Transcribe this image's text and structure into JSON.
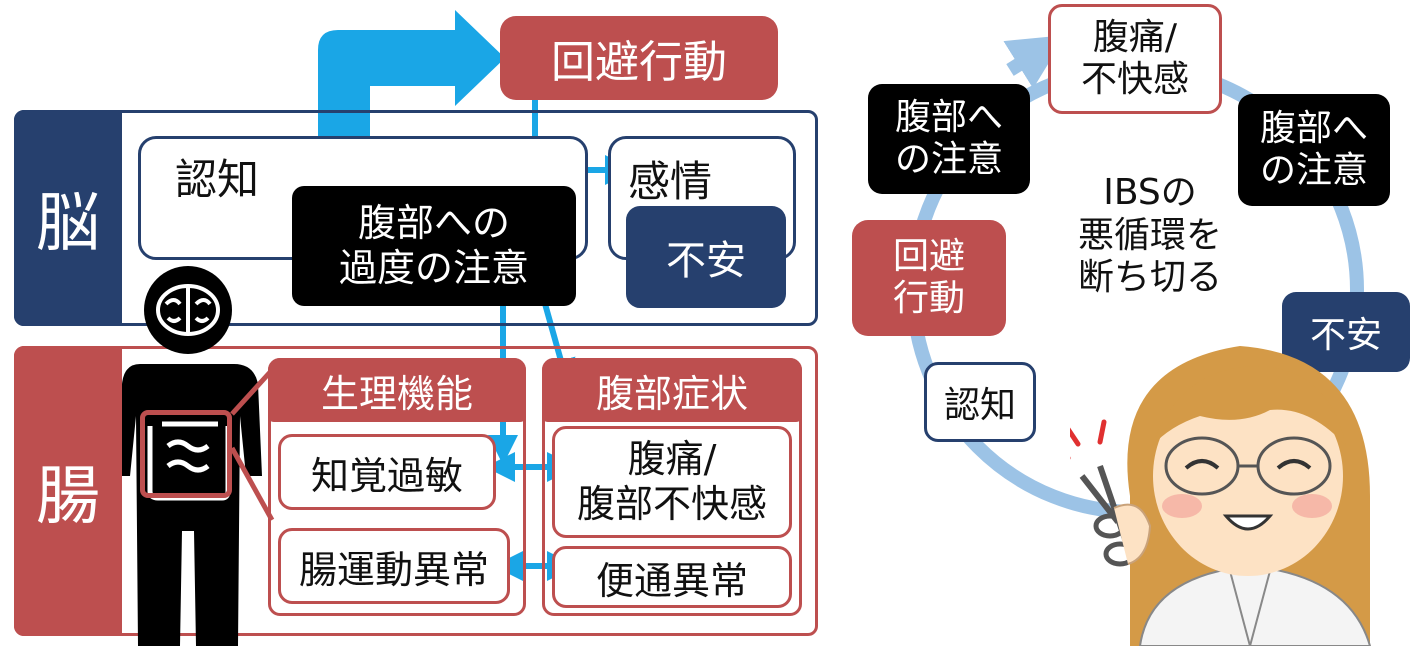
{
  "brain_label": "脳",
  "gut_label": "腸",
  "avoidance_label": "回避行動",
  "cognition_label": "認知",
  "emotion_label": "感情",
  "anxiety_label": "不安",
  "attention_box": [
    "腹部への",
    "過度の注意"
  ],
  "physiology_header": "生理機能",
  "abdominal_symptoms_header": "腹部症状",
  "visceral_hypersensitivity": "知覚過敏",
  "motility_abnormality": "腸運動異常",
  "abdominal_pain_box": [
    "腹痛/",
    "腹部不快感"
  ],
  "bowel_abnormality": "便通異常",
  "cycle": {
    "top": [
      "腹痛/",
      "不快感"
    ],
    "left_attention": [
      "腹部へ",
      "の注意"
    ],
    "right_attention": [
      "腹部へ",
      "の注意"
    ],
    "avoidance": [
      "回避",
      "行動"
    ],
    "anxiety": "不安",
    "cognition": "認知",
    "center": [
      "IBSの",
      "悪循環を",
      "断ち切る"
    ]
  },
  "colors": {
    "navy": "#26406e",
    "red": "#bd4f4f",
    "arrow_blue": "#1aa6e6",
    "cycle_ring": "#9cc3e6"
  }
}
